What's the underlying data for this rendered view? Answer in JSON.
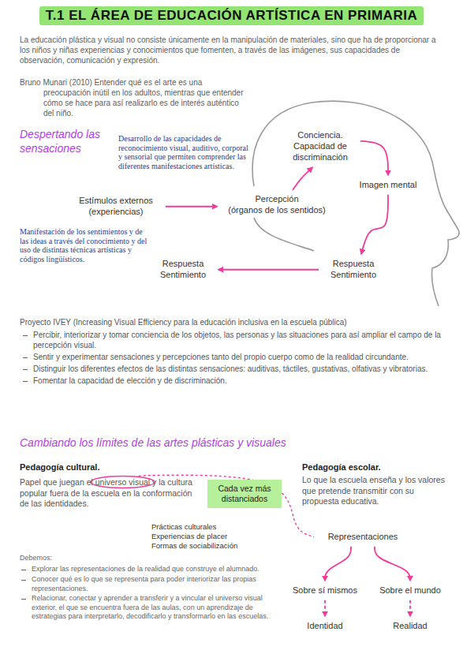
{
  "diagram": {
    "title": "T.1 EL ÁREA DE EDUCACIÓN ARTÍSTICA EN PRIMARIA",
    "nodes": [
      {
        "text": [
          "Estímulos externos",
          "(experiencias)"
        ]
      },
      {
        "text": [
          "Percepción",
          "(órganos de los sentidos)"
        ]
      },
      {
        "text": [
          "Conciencia.",
          "Capacidad de discriminación"
        ]
      },
      {
        "text": [
          "Imagen mental"
        ]
      },
      {
        "text": [
          "Respuesta",
          "Sentimiento"
        ]
      },
      {
        "text": [
          "Respuesta",
          "Sentimiento"
        ]
      },
      {
        "text": [
          "Cada vez más distanciados"
        ]
      },
      {
        "text": [
          "Representaciones"
        ]
      },
      {
        "text": [
          "Sobre sí mismos"
        ]
      },
      {
        "text": [
          "Sobre el mundo"
        ]
      },
      {
        "text": [
          "Identidad"
        ]
      },
      {
        "text": [
          "Realidad"
        ]
      }
    ],
    "edges": [
      {
        "from": 0,
        "to": 1,
        "arrow": "to"
      },
      {
        "from": 1,
        "to": 2,
        "arrow": "to"
      },
      {
        "from": 2,
        "to": 3,
        "arrow": "to"
      },
      {
        "from": 3,
        "to": 4,
        "arrow": "to"
      },
      {
        "from": 4,
        "to": 5,
        "arrow": "to"
      },
      {
        "from": 7,
        "to": 8,
        "arrow": "to"
      },
      {
        "from": 7,
        "to": 9,
        "arrow": "to"
      },
      {
        "from": 8,
        "to": 10,
        "arrow": "to"
      },
      {
        "from": 9,
        "to": 11,
        "arrow": "to"
      }
    ],
    "labels": [
      "La educación plástica y visual no consiste únicamente en la manipulación de materiales, sino que ha de proporcionar a los niños y niñas experiencias y conocimientos que fomenten, a través de las imágenes, sus capacidades de observación, comunicación y expresión.",
      "Bruno Munari (2010) Entender qué es el arte es una preocupación inútil en los adultos, mientras que entender cómo se hace para así realizarlo es de interés auténtico del niño.",
      "Despertando las sensaciones",
      "Desarrollo de las capacidades de reconocimiento visual, auditivo, corporal y sensorial que permiten comprender las diferentes manifestaciones artísticas.",
      "Manifestación de los sentimientos y de las ideas a través del conocimiento y del uso de distintas técnicas artísticas y códigos lingüísticos.",
      "Proyecto IVEY (Increasing Visual Efficiency para la educación inclusiva en la escuela pública)",
      "Percibir, interiorizar y tomar conciencia de los objetos, las personas y las situaciones para así ampliar el campo de la percepción visual.",
      "Sentir y experimentar sensaciones y percepciones tanto del propio cuerpo como de la realidad circundante.",
      "Distinguir los diferentes efectos de las distintas sensaciones: auditivas, táctiles, gustativas, olfativas y vibratorias.",
      "Fomentar la capacidad de elección y de discriminación.",
      "Cambiando los límites de las artes plásticas y visuales",
      "Pedagogía cultural.",
      "Papel que juegan el universo visual y la cultura popular fuera de la escuela en la conformación de las identidades.",
      "Pedagogía escolar.",
      "Lo que la escuela enseña y los valores que pretende transmitir con su propuesta educativa.",
      "Prácticas culturales",
      "Experiencias de placer",
      "Formas de sociabilización",
      "Debemos:",
      "Explorar las representaciones de la realidad que construye el alumnado.",
      "Conocer qué es lo que se representa para poder interiorizar las propias representaciones.",
      "Relacionar, conectar y aprender a transferir y a vincular el universo visual exterior, el que se encuentra fuera de las aulas, con un aprendizaje de estrategias para interpretarlo, decodificarlo y transformarlo en las escuelas."
    ]
  }
}
